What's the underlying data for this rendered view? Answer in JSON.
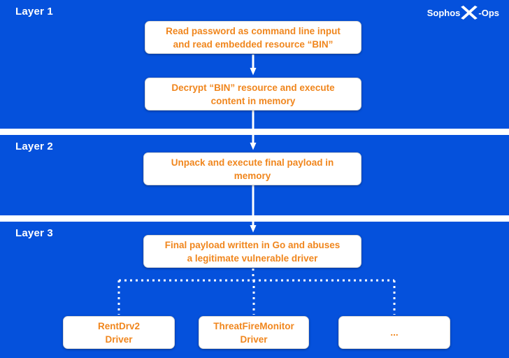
{
  "logo": {
    "brand_prefix": "Sophos",
    "brand_suffix": "-Ops"
  },
  "layers": [
    {
      "label": "Layer 1"
    },
    {
      "label": "Layer 2"
    },
    {
      "label": "Layer 3"
    }
  ],
  "flow": {
    "step1": "Read password as command line input\nand read embedded resource “BIN”",
    "step2": "Decrypt “BIN” resource and execute\ncontent in memory",
    "step3": "Unpack and execute final payload in\nmemory",
    "step4": "Final payload written in Go and abuses\na legitimate vulnerable driver"
  },
  "drivers": [
    {
      "label": "RentDrv2\nDriver"
    },
    {
      "label": "ThreatFireMonitor\nDriver"
    },
    {
      "label": "..."
    }
  ],
  "colors": {
    "background_blue": "#0551DC",
    "box_text_orange": "#F0861D",
    "box_fill": "#FFFFFF",
    "text_white": "#FFFFFF"
  }
}
